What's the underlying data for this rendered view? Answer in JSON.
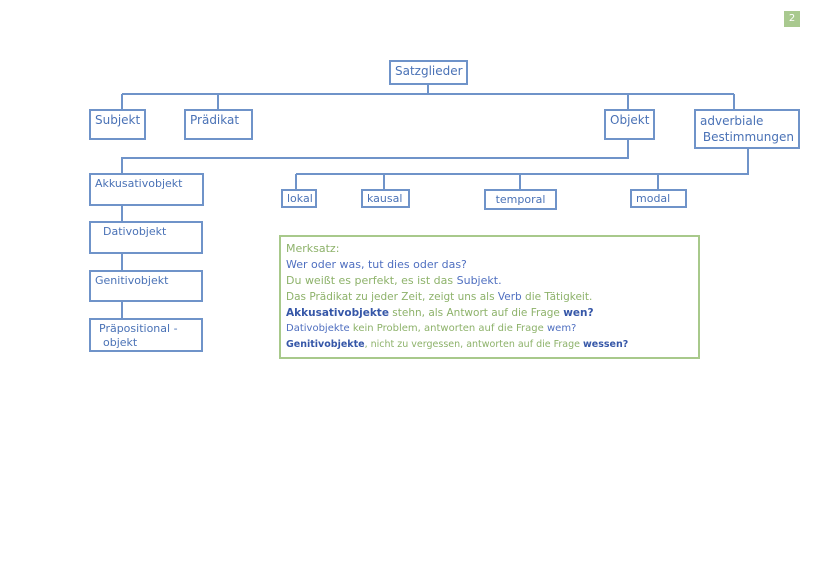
{
  "page_number": "2",
  "nodes": {
    "root": "Satzglieder",
    "subjekt": "Subjekt",
    "praedikat": "Prädikat",
    "objekt": "Objekt",
    "adverbiale": [
      "adverbiale",
      "Bestimmungen"
    ],
    "akkusativ": "Akkusativobjekt",
    "dativ": "Dativobjekt",
    "genitiv": "Genitivobjekt",
    "praepositional": [
      "Präpositional -",
      "objekt"
    ],
    "lokal": "lokal",
    "kausal": "kausal",
    "temporal": "temporal",
    "modal": "modal"
  },
  "merksatz": {
    "title": "Merksatz:",
    "lines": [
      {
        "text": "Wer oder was, tut dies oder das?",
        "color": "#4f6fc0"
      },
      {
        "pre": "Du weißt es perfekt, es ist das ",
        "key": "Subjekt.",
        "pre_color": "#8db26a",
        "key_color": "#4f6fc0"
      },
      {
        "pre": "Das Prädikat zu jeder Zeit, zeigt uns als ",
        "key": "Verb",
        "post": " die Tätigkeit.",
        "pre_color": "#8db26a",
        "key_color": "#4f6fc0"
      },
      {
        "pre": "Akkusativobjekte",
        "mid": " stehn, als Antwort auf die Frage ",
        "key": "wen?",
        "pre_color": "#3657a8",
        "key_color": "#3657a8"
      },
      {
        "pre": "Dativobjekte",
        "mid": " kein Problem, antworten auf die Frage ",
        "key": "wem?",
        "pre_color": "#4f6fc0",
        "key_color": "#4f6fc0"
      },
      {
        "pre": "Genitivobjekte",
        "mid": ", nicht zu vergessen, antworten auf die Frage ",
        "key": "wessen?",
        "pre_color": "#3657a8",
        "key_color": "#3657a8"
      }
    ]
  },
  "colors": {
    "box_border": "#6f93c9",
    "box_text": "#4a72b6",
    "merksatz_border": "#a8c98b",
    "page_badge": "#a9c98f"
  }
}
